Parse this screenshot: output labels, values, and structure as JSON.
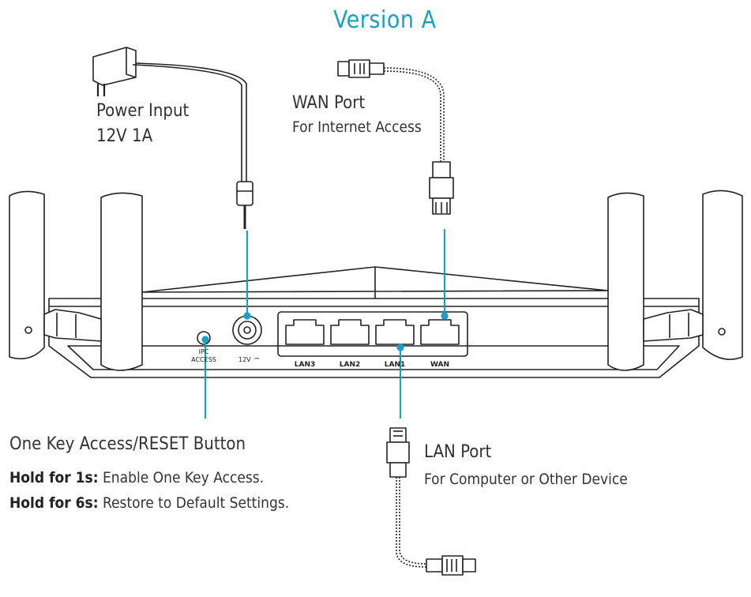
{
  "title": "Version A",
  "power": {
    "label": "Power Input",
    "spec": "12V 1A"
  },
  "wan": {
    "label": "WAN Port",
    "desc": "For Internet Access"
  },
  "lan": {
    "label": "LAN Port",
    "desc": "For Computer or Other Device"
  },
  "reset": {
    "label": "One Key Access/RESET Button",
    "hold1_key": "Hold for 1s:",
    "hold1_val": " Enable One Key Access.",
    "hold6_key": "Hold for 6s:",
    "hold6_val": " Restore to Default Settings."
  },
  "router": {
    "button_label_1": "IPC",
    "button_label_2": "ACCESS",
    "power_jack_label": "12V",
    "ports": [
      "LAN3",
      "LAN2",
      "LAN1",
      "WAN"
    ]
  },
  "colors": {
    "accent": "#1aa0c8",
    "line": "#222222"
  }
}
